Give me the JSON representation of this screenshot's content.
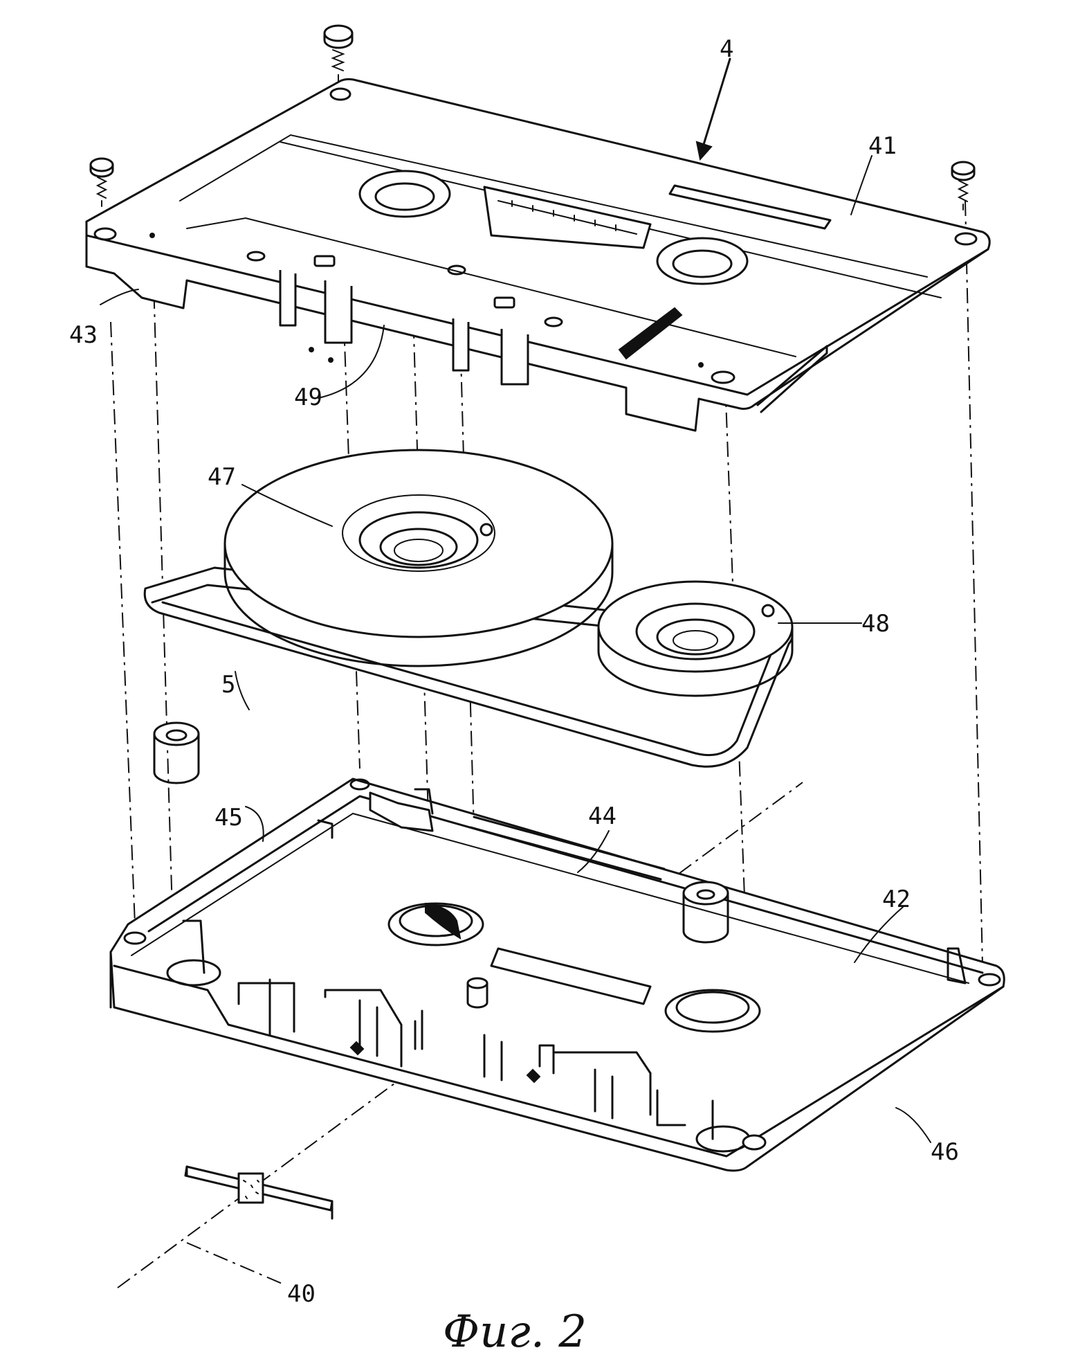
{
  "caption": "Фиг. 2",
  "labels": {
    "assembly": "4",
    "upper_half": "41",
    "lower_half": "42",
    "left_edge": "43",
    "guide_rib": "44",
    "side_wall": "45",
    "right_edge": "46",
    "supply_hub": "47",
    "takeup_hub": "48",
    "front_wall": "49",
    "tape_pack": "5",
    "pad": "40"
  }
}
